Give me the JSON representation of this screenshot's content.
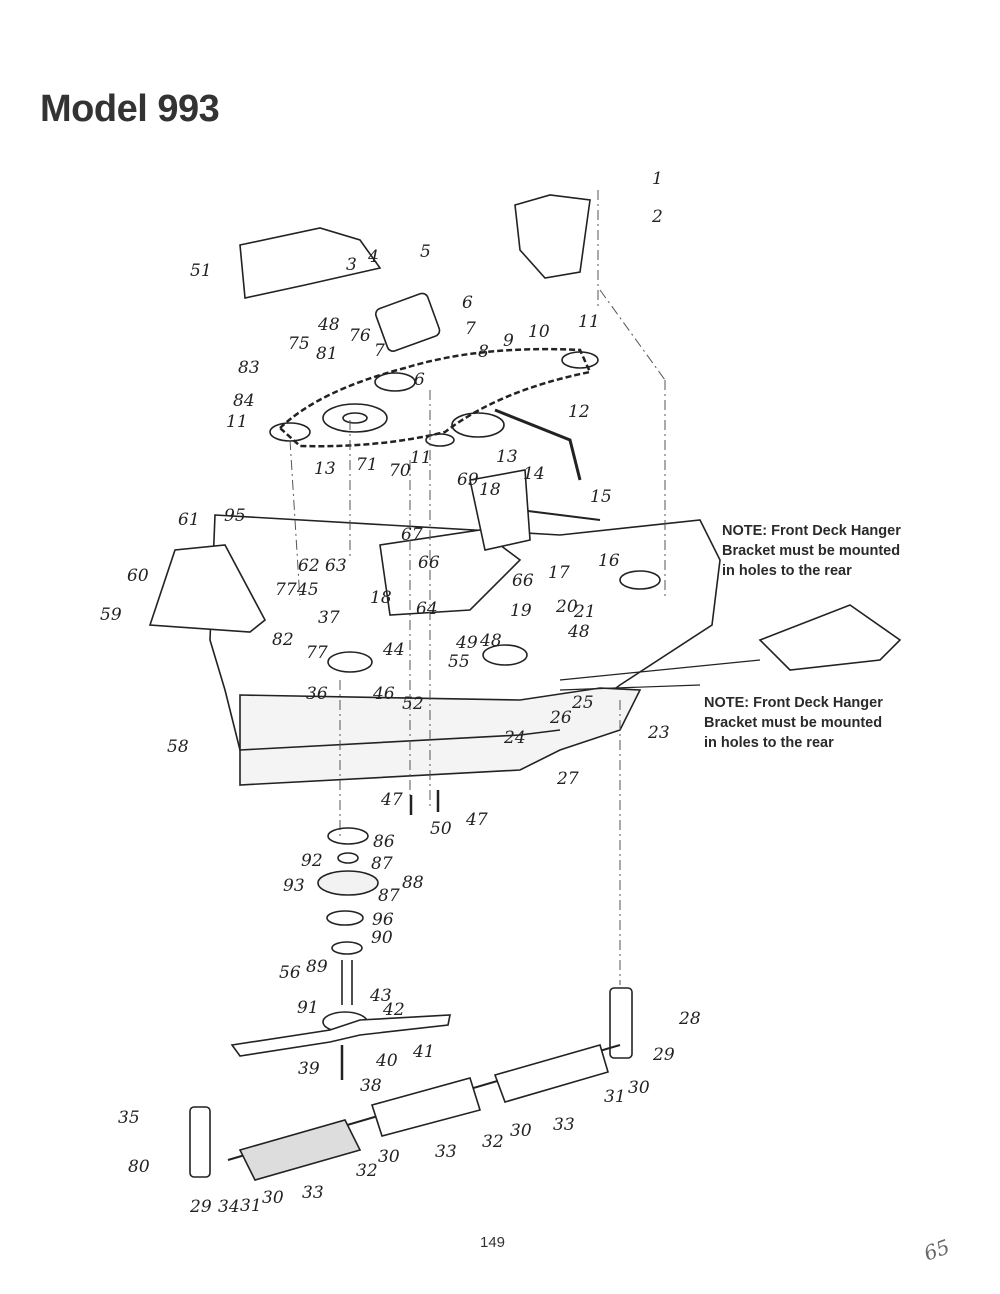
{
  "title": "Model 993",
  "page_number": "149",
  "corner_mark": "65",
  "notes": [
    {
      "lines": [
        "NOTE: Front Deck Hanger",
        "Bracket must be mounted",
        "in holes to the rear"
      ]
    },
    {
      "lines": [
        "NOTE: Front Deck Hanger",
        "Bracket must be mounted",
        "in holes to the rear"
      ]
    }
  ],
  "callouts": [
    "1",
    "2",
    "3",
    "4",
    "5",
    "6",
    "7",
    "8",
    "9",
    "10",
    "11",
    "12",
    "13",
    "14",
    "15",
    "16",
    "17",
    "18",
    "19",
    "20",
    "21",
    "23",
    "24",
    "25",
    "26",
    "27",
    "28",
    "29",
    "30",
    "31",
    "32",
    "33",
    "34",
    "35",
    "36",
    "37",
    "38",
    "39",
    "40",
    "41",
    "42",
    "43",
    "44",
    "45",
    "46",
    "47",
    "48",
    "49",
    "50",
    "51",
    "52",
    "55",
    "56",
    "58",
    "59",
    "60",
    "61",
    "62",
    "63",
    "64",
    "66",
    "67",
    "69",
    "70",
    "71",
    "75",
    "76",
    "77",
    "80",
    "81",
    "82",
    "83",
    "84",
    "86",
    "87",
    "88",
    "89",
    "90",
    "91",
    "92",
    "93",
    "95",
    "96"
  ]
}
